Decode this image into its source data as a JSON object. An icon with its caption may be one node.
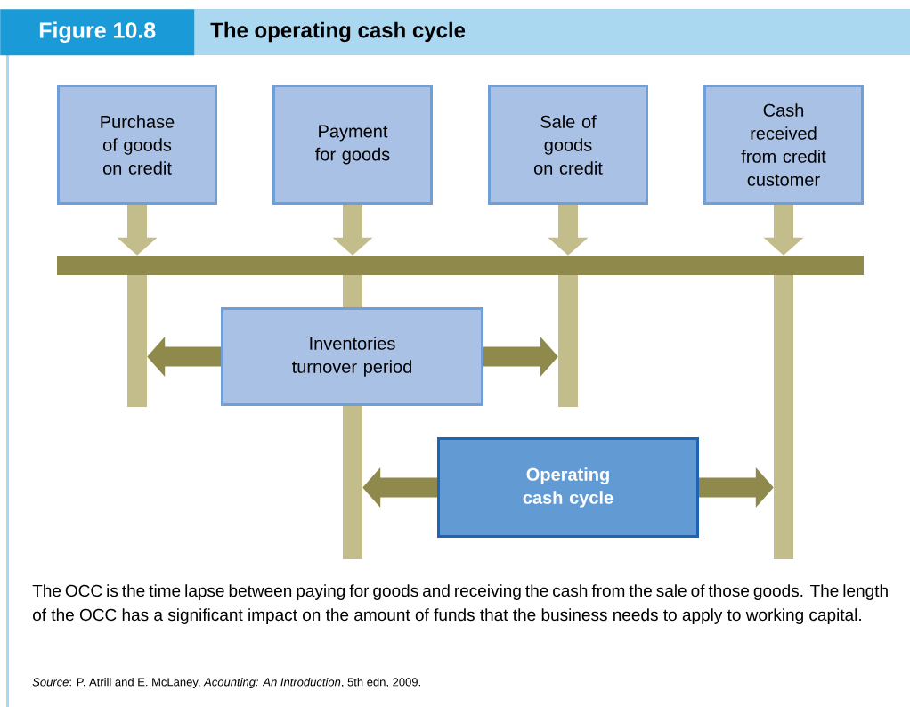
{
  "diagram": {
    "title": "The operating cash cycle",
    "caption": "The OCC is the time lapse between paying for goods and receiving the cash from the sale of those goods. The length of the OCC has a significant impact on the amount of funds that the business needs to apply to working capital.",
    "nodes": [
      {
        "text": [
          "Purchase of goods on credit"
        ]
      },
      {
        "text": [
          "Payment for goods"
        ]
      },
      {
        "text": [
          "Sale of goods on credit"
        ]
      },
      {
        "text": [
          "Cash received from credit customer"
        ]
      },
      {
        "text": [],
        "shape": "bar"
      },
      {
        "text": [],
        "shape": "bar"
      },
      {
        "text": [],
        "shape": "bar"
      },
      {
        "text": [],
        "shape": "bar"
      },
      {
        "text": [],
        "shape": "bar"
      },
      {
        "text": [
          "Inventories turnover period"
        ]
      },
      {
        "text": [
          "Operating cash cycle"
        ]
      }
    ],
    "edges": [
      {
        "from": 0,
        "to": 4,
        "arrow": "to",
        "color": "#c2bd8a"
      },
      {
        "from": 1,
        "to": 4,
        "arrow": "to",
        "color": "#c2bd8a"
      },
      {
        "from": 2,
        "to": 4,
        "arrow": "to",
        "color": "#c2bd8a"
      },
      {
        "from": 3,
        "to": 4,
        "arrow": "to",
        "color": "#c2bd8a"
      },
      {
        "from": 9,
        "to": 5,
        "arrow": "to"
      },
      {
        "from": 9,
        "to": 7,
        "arrow": "to"
      },
      {
        "from": 10,
        "to": 6,
        "arrow": "to"
      },
      {
        "from": 10,
        "to": 8,
        "arrow": "to"
      }
    ],
    "labels": [
      "Figure 10.8",
      "*Source*: P. Atrill and E. McLaney, *Acounting: An Introduction*, 5th edn, 2009."
    ]
  }
}
